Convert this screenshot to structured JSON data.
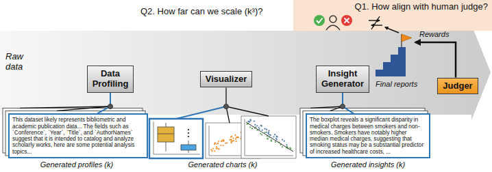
{
  "diagram": {
    "nodes": [
      {
        "text": [
          "Q1. How align with human judge?"
        ]
      },
      {
        "text": [
          "Data Profiling"
        ]
      },
      {
        "text": [
          "Visualizer"
        ]
      },
      {
        "text": [
          "Insight Generator"
        ]
      },
      {
        "text": [
          "Judger"
        ]
      },
      {
        "text": [
          "This dataset likely represents bibliometric and academic publication data... The fields such as `Conference`, `Year`, `Title`, and `AuthorNames` suggest that it is intended to catalog and analyze scholarly works, here are some potential analysis topics..."
        ]
      },
      {
        "text": [
          "The boxplot reveals a significant disparity in medical charges between smokers and non-smokers. Smokers have notably higher median medical charges, suggesting that smoking status may be a substantial predictor of increased healthcare costs, ..."
        ]
      }
    ],
    "edges": [
      {
        "from": 1,
        "to": 5,
        "arrow": "none"
      },
      {
        "from": 3,
        "to": 6,
        "arrow": "none"
      }
    ],
    "labels": [
      "Q2. How far can we scale (k³)?",
      "Raw data",
      "Rewards",
      "Final reports",
      "Generated profiles (k)",
      "Generated charts (k)",
      "Generated insights (k)"
    ]
  }
}
